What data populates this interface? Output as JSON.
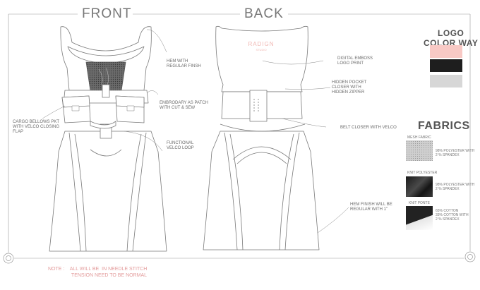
{
  "views": {
    "front": "FRONT",
    "back": "BACK"
  },
  "callouts": {
    "hem": "HEM WITH\nREGULAR FINSH",
    "embroidery": "EMBRODARY AS PATCH\nWITH CUT & SEW",
    "cargo": "CARGO BELLOWS PKT\nWITH VELCO CLOSING\nFLAP",
    "velcro_loop": "FUNCTIONAL\nVELCO LOOP",
    "emboss": "DIGITAL EMBOSS\nLOGO PRINT",
    "pocket": "HIDDEN POCKET\nCLOSER WITH\nHIDDEN ZIPPER",
    "belt": "BELT CLOSER WITH VELCO",
    "hem_finish": "HEM FINISH WILL BE\nREGULAR WITH 1\""
  },
  "logo_print": {
    "text": "RADIGN",
    "sub": "STUDIO"
  },
  "logo_colorway": {
    "title": "LOGO\nCOLOR WAY",
    "swatches": [
      "#f8c9c5",
      "#1e1e1e",
      "#d7d7d7"
    ]
  },
  "fabrics": {
    "title": "FABRICS",
    "items": [
      {
        "label": "MESH FABRIC",
        "desc": "98% POLYESTER WITH\n2 % SPANDEX",
        "color": "#cfcfcf",
        "pattern": "mesh-pattern-icon"
      },
      {
        "label": "KNIT POLYESTER",
        "desc": "98% POLYESTER WITH\n2 % SPANDEX",
        "color": "#2a2a2a",
        "pattern": "knit-sheen-icon"
      },
      {
        "label": "KNIT PONTE",
        "desc": "65% COTTON\n33% COTTON WITH\n2 % SPANDEX",
        "color": "#222222",
        "pattern": "ponte-fold-icon"
      }
    ]
  },
  "note": "NOTE :    ALL WILL BE  IN NEEDLE STITCH\n                 TENSION NEED TO BE NORMAL",
  "colors": {
    "line": "#7a7a7a",
    "accent_pink": "#f1b7b2",
    "note_pink": "#e39b9b"
  }
}
